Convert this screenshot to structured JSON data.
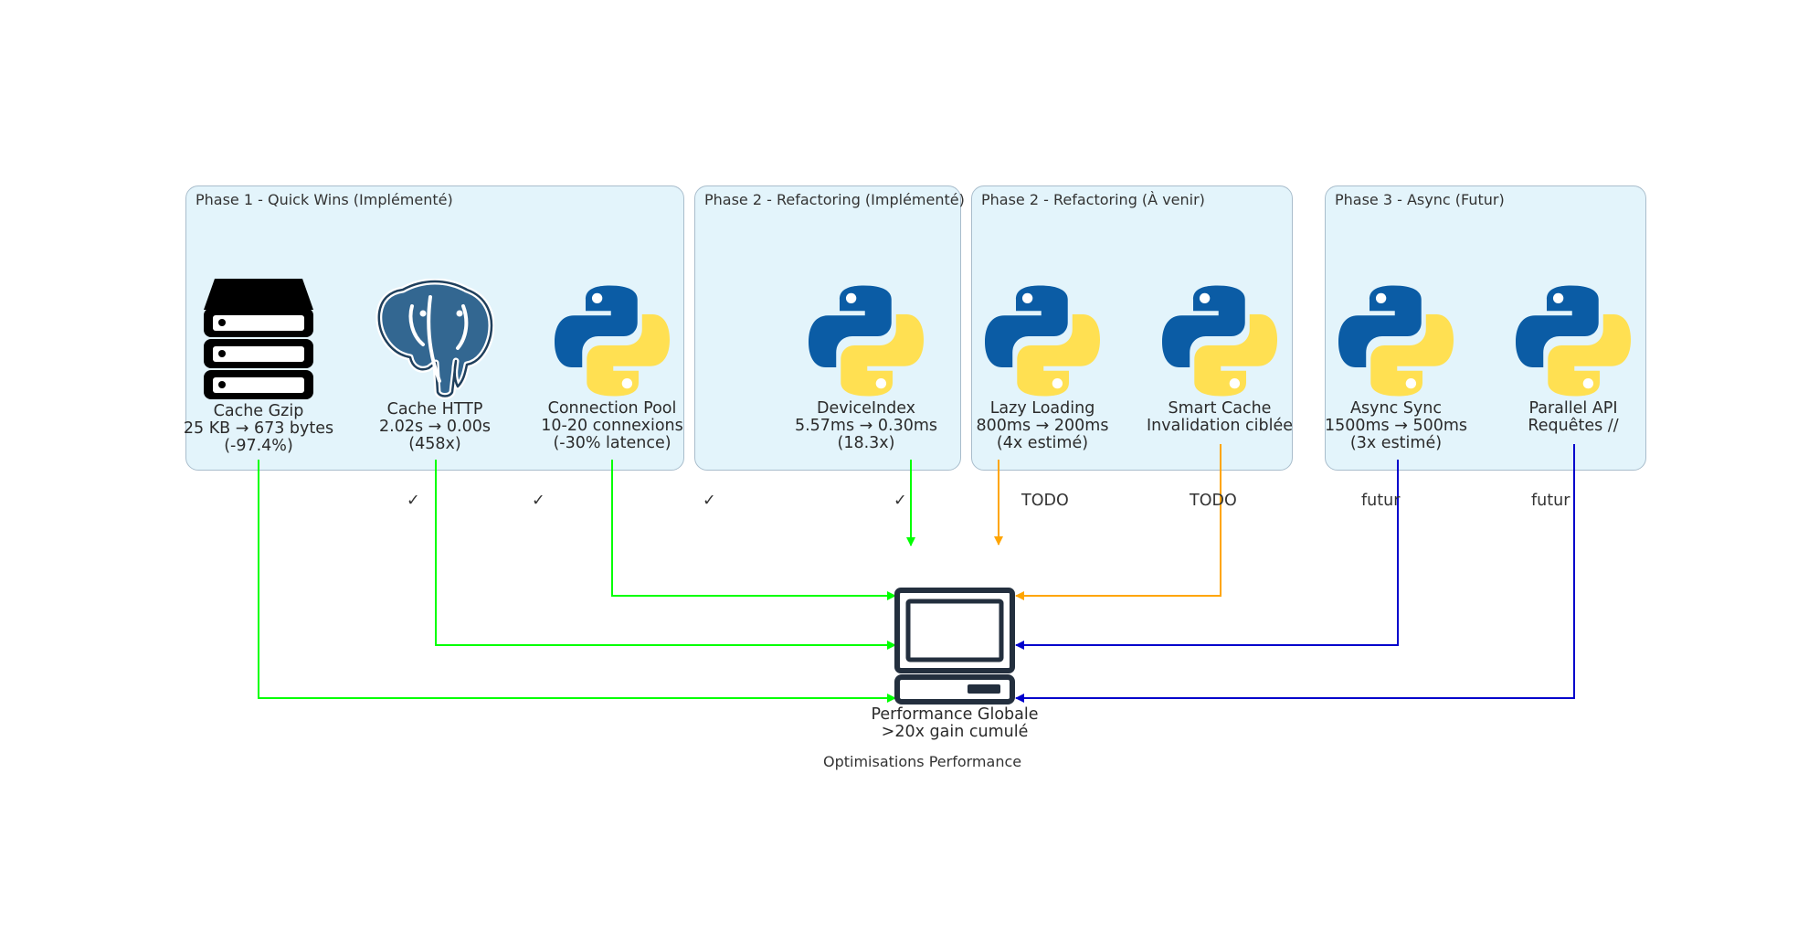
{
  "diagram": {
    "caption": "Optimisations Performance",
    "colors": {
      "done": "#00ff00",
      "todo": "#ffa500",
      "future": "#0000cc",
      "cluster_fill": "#e3f4fb",
      "cluster_border": "#a9bdcc"
    },
    "clusters": [
      {
        "id": "phase1",
        "title": "Phase 1 - Quick Wins (Implémenté)"
      },
      {
        "id": "phase2a",
        "title": "Phase 2 - Refactoring (Implémenté)"
      },
      {
        "id": "phase2b",
        "title": "Phase 2 - Refactoring (À venir)"
      },
      {
        "id": "phase3",
        "title": "Phase 3 - Async (Futur)"
      }
    ],
    "nodes": {
      "gzip": {
        "icon": "server-stack-icon",
        "label": "Cache Gzip\n25 KB → 673 bytes\n(-97.4%)"
      },
      "http": {
        "icon": "postgresql-elephant-icon",
        "label": "Cache HTTP\n2.02s → 0.00s\n(458x)"
      },
      "pool": {
        "icon": "python-icon",
        "label": "Connection Pool\n10-20 connexions\n(-30% latence)"
      },
      "device": {
        "icon": "python-icon",
        "label": "DeviceIndex\n5.57ms → 0.30ms\n(18.3x)"
      },
      "lazy": {
        "icon": "python-icon",
        "label": "Lazy Loading\n800ms → 200ms\n(4x estimé)"
      },
      "smart": {
        "icon": "python-icon",
        "label": "Smart Cache\nInvalidation ciblée"
      },
      "async": {
        "icon": "python-icon",
        "label": "Async Sync\n1500ms → 500ms\n(3x estimé)"
      },
      "parallel": {
        "icon": "python-icon",
        "label": "Parallel API\nRequêtes //"
      },
      "perf": {
        "icon": "computer-icon",
        "label": "Performance Globale\n>20x gain cumulé"
      }
    },
    "edge_labels": {
      "check_1": "✓",
      "check_2": "✓",
      "check_3": "✓",
      "check_4": "✓",
      "todo_1": "TODO",
      "todo_2": "TODO",
      "future_1": "futur",
      "future_2": "futur"
    }
  }
}
